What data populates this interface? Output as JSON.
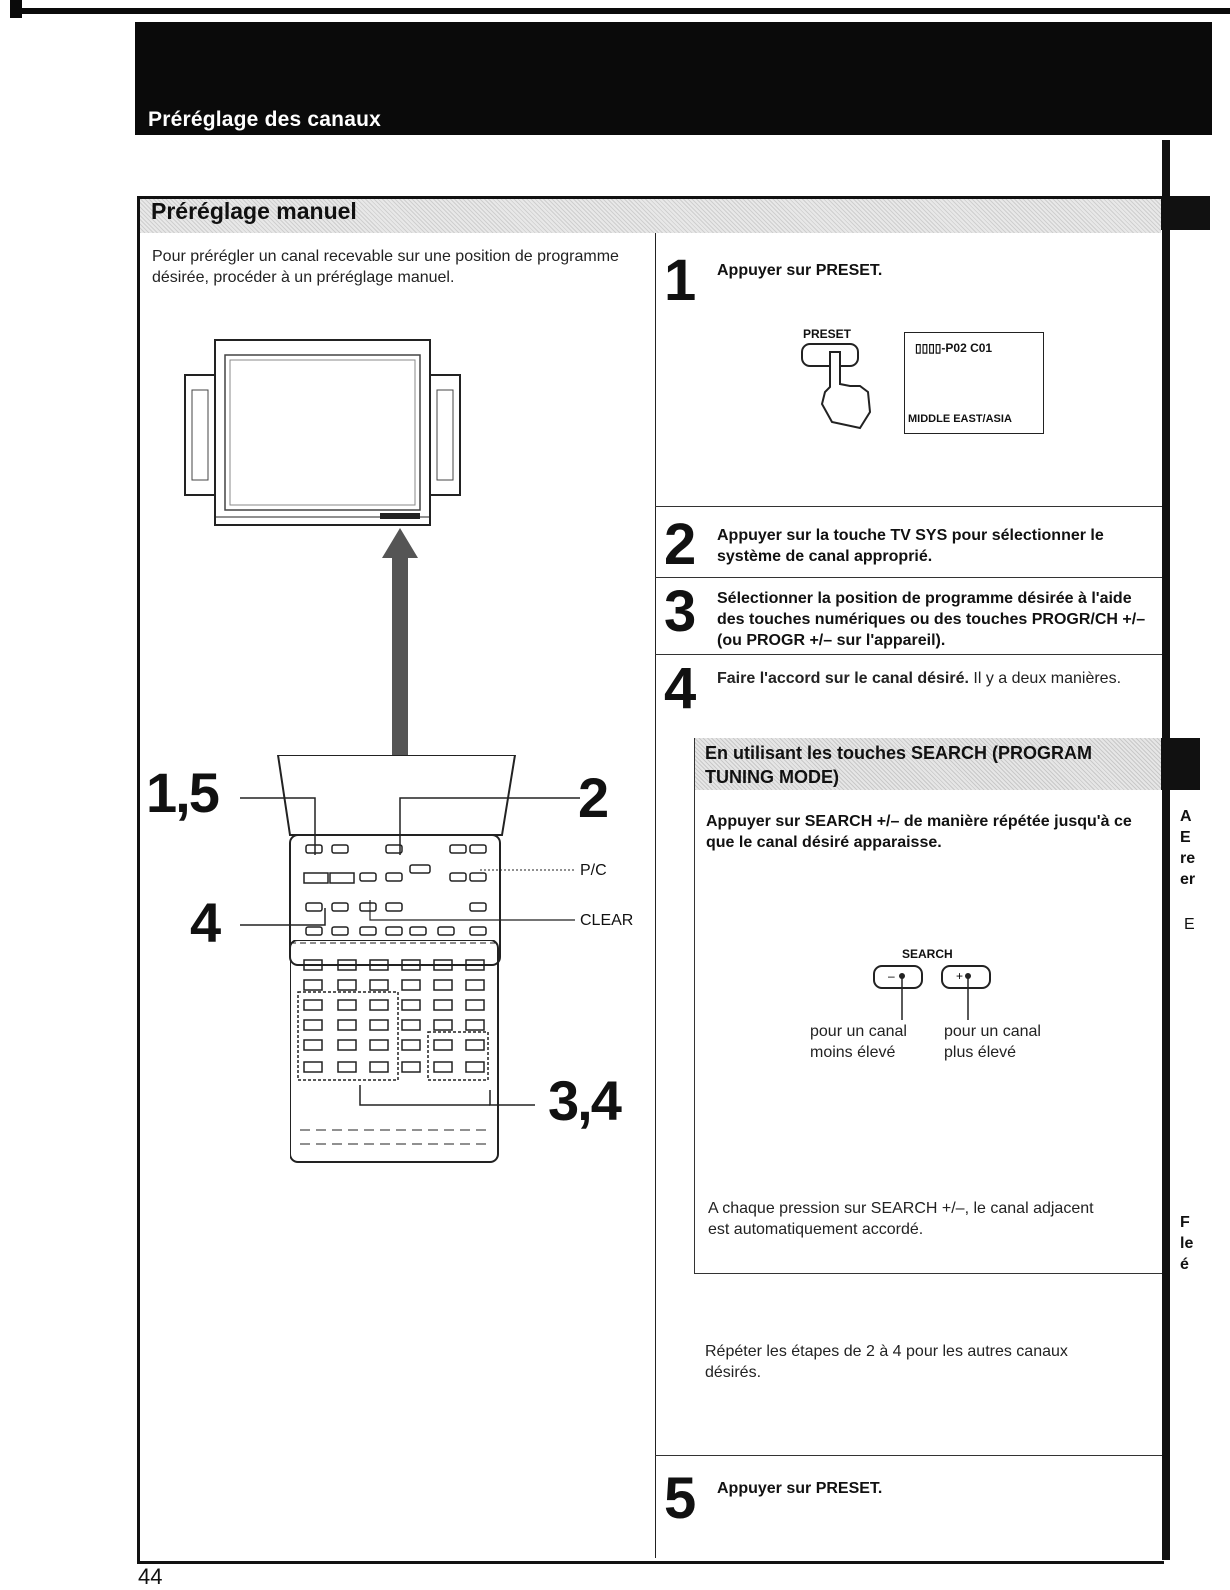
{
  "header": {
    "title": "Préréglage des canaux"
  },
  "section": {
    "title": "Préréglage manuel"
  },
  "intro": {
    "text": "Pour prérégler un canal recevable sur une position de programme désirée, procéder à un préréglage manuel."
  },
  "steps": [
    {
      "num": "1",
      "text": "Appuyer sur PRESET."
    },
    {
      "num": "2",
      "text": "Appuyer sur la touche TV SYS pour sélectionner le système de canal approprié."
    },
    {
      "num": "3",
      "text": "Sélectionner la position de programme désirée à l'aide des touches numériques ou des touches PROGR/CH +/– (ou PROGR +/– sur l'appareil)."
    },
    {
      "num": "4",
      "bold": "Faire l'accord sur le canal désiré.",
      "text": " Il y a deux manières."
    },
    {
      "num": "5",
      "text": "Appuyer sur PRESET."
    }
  ],
  "fig1": {
    "button_label": "PRESET",
    "screen_line1": "▯▯▯▯-P02  C01",
    "screen_line2": "MIDDLE EAST/ASIA"
  },
  "remote_labels": {
    "l15": "1,5",
    "l2": "2",
    "l4": "4",
    "l34": "3,4",
    "pc": "P/C",
    "clear": "CLEAR"
  },
  "subsection": {
    "title": "En utilisant les touches SEARCH (PROGRAM TUNING MODE)",
    "instruction": "Appuyer sur SEARCH +/– de manière répétée jusqu'à ce que le canal désiré apparaisse.",
    "search_label": "SEARCH",
    "minus_l1": "pour un canal",
    "minus_l2": "moins élevé",
    "plus_l1": "pour un canal",
    "plus_l2": "plus élevé",
    "note": "A chaque pression sur SEARCH +/–, le canal adjacent est automatiquement accordé."
  },
  "repeat": {
    "text": "Répéter les étapes de 2 à 4 pour les autres canaux désirés."
  },
  "margin_letters": [
    "A",
    "E",
    "re",
    "er",
    "E",
    "F",
    "le",
    "é"
  ],
  "page_number": "44"
}
